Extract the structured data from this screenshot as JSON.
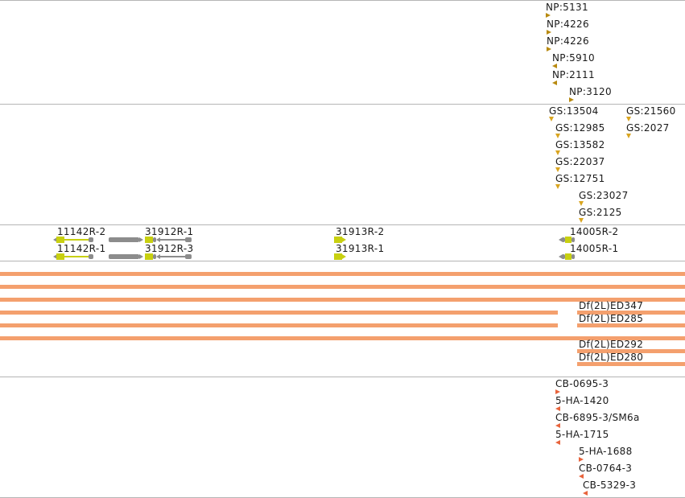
{
  "tracks": {
    "np": {
      "labels": [
        "NP:5131",
        "NP:4226",
        "NP:4226",
        "NP:5910",
        "NP:2111",
        "NP:3120"
      ]
    },
    "gs": {
      "col1": [
        "GS:13504",
        "GS:12985",
        "GS:13582",
        "GS:22037",
        "GS:12751",
        "GS:23027",
        "GS:2125"
      ],
      "col2": [
        "GS:21560",
        "GS:2027"
      ]
    },
    "genes": {
      "labels": [
        "11142R-2",
        "11142R-1",
        "31912R-1",
        "31912R-3",
        "31913R-2",
        "31913R-1",
        "14005R-2",
        "14005R-1"
      ]
    },
    "deficiencies": {
      "labels": [
        "Df(2L)ED347",
        "Df(2L)ED285",
        "Df(2L)ED292",
        "Df(2L)ED280"
      ]
    },
    "cb": {
      "labels": [
        "CB-0695-3",
        "5-HA-1420",
        "CB-6895-3/SM6a",
        "5-HA-1715",
        "5-HA-1688",
        "CB-0764-3",
        "CB-5329-3"
      ]
    }
  },
  "colors": {
    "np_marker": "#b88a10",
    "gs_marker": "#d9a520",
    "cb_marker": "#e8643c",
    "deficiency_bar": "#f4a06e",
    "gene_exon": "#c8d010",
    "gene_gray": "#8c8c8c",
    "separator": "#b5b5b5"
  }
}
